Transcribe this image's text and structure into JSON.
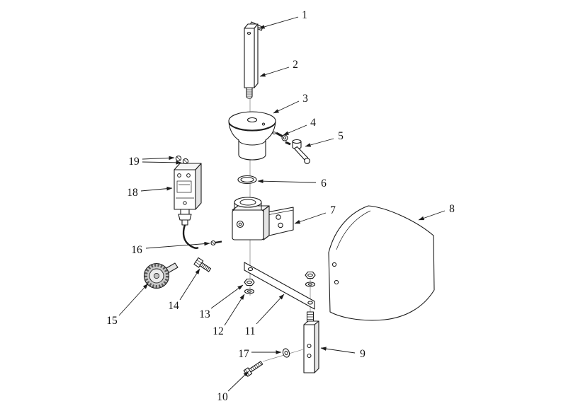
{
  "diagram": {
    "background_color": "#ffffff",
    "line_color": "#1a1a1a",
    "label_color": "#111111",
    "callout_labels": [
      "1",
      "2",
      "3",
      "4",
      "5",
      "6",
      "7",
      "8",
      "9",
      "10",
      "11",
      "12",
      "13",
      "14",
      "15",
      "16",
      "17",
      "18",
      "19"
    ]
  }
}
